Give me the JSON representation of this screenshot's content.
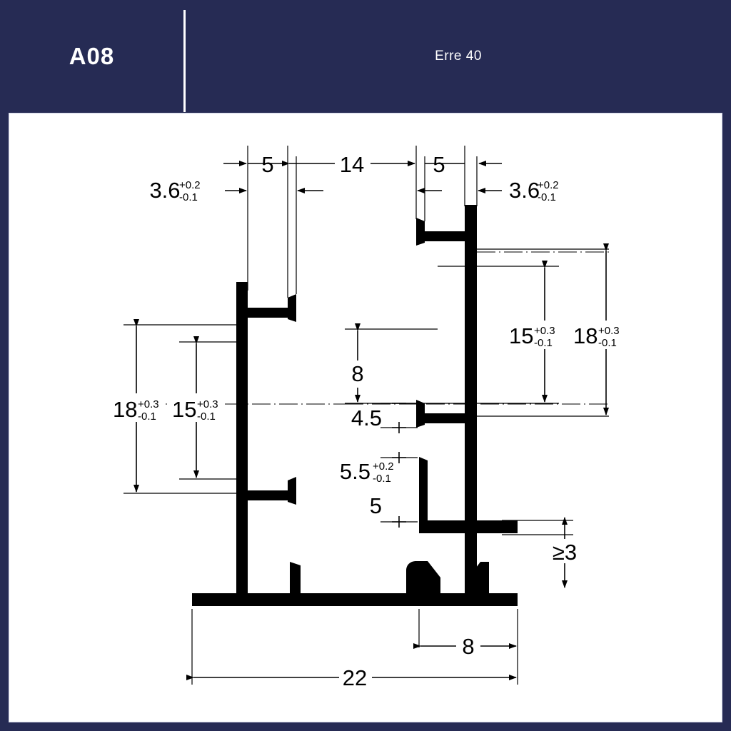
{
  "header": {
    "code": "A08",
    "title": "Erre 40"
  },
  "drawing": {
    "type": "technical-section-drawing",
    "subject": "Aluminium extrusion profile cross-section",
    "units": "mm",
    "line_color": "#000000",
    "background_color": "#ffffff",
    "frame_color": "#262b54",
    "dimensions": {
      "top": [
        {
          "id": "d-3-6-left",
          "value": "3.6",
          "tol_up": "+0.2",
          "tol_dn": "-0.1"
        },
        {
          "id": "d-5-left",
          "value": "5",
          "tol_up": "",
          "tol_dn": ""
        },
        {
          "id": "d-14",
          "value": "14",
          "tol_up": "",
          "tol_dn": ""
        },
        {
          "id": "d-5-right",
          "value": "5",
          "tol_up": "",
          "tol_dn": ""
        },
        {
          "id": "d-3-6-right",
          "value": "3.6",
          "tol_up": "+0.2",
          "tol_dn": "-0.1"
        }
      ],
      "left": [
        {
          "id": "d-18-left",
          "value": "18",
          "tol_up": "+0.3",
          "tol_dn": "-0.1"
        },
        {
          "id": "d-15-left",
          "value": "15",
          "tol_up": "+0.3",
          "tol_dn": "-0.1"
        }
      ],
      "right": [
        {
          "id": "d-15-right",
          "value": "15",
          "tol_up": "+0.3",
          "tol_dn": "-0.1"
        },
        {
          "id": "d-18-right",
          "value": "18",
          "tol_up": "+0.3",
          "tol_dn": "-0.1"
        }
      ],
      "center": [
        {
          "id": "d-8-center",
          "value": "8",
          "tol_up": "",
          "tol_dn": ""
        },
        {
          "id": "d-4-5",
          "value": "4.5",
          "tol_up": "",
          "tol_dn": ""
        },
        {
          "id": "d-5-5",
          "value": "5.5",
          "tol_up": "+0.2",
          "tol_dn": "-0.1"
        },
        {
          "id": "d-5-lower",
          "value": "5",
          "tol_up": "",
          "tol_dn": ""
        }
      ],
      "bottom": [
        {
          "id": "d-8-bottom",
          "value": "8",
          "tol_up": "",
          "tol_dn": ""
        },
        {
          "id": "d-22",
          "value": "22",
          "tol_up": "",
          "tol_dn": ""
        }
      ],
      "misc": [
        {
          "id": "d-min-3",
          "value": "≥3",
          "tol_up": "",
          "tol_dn": ""
        }
      ]
    }
  }
}
